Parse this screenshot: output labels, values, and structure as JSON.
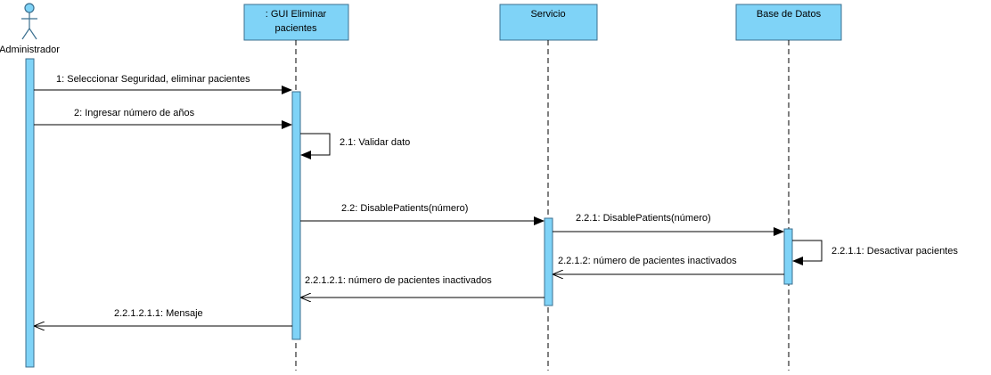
{
  "colors": {
    "fill": "#7fd3f7",
    "stroke": "#3b6f8f",
    "line": "#000000"
  },
  "actor": {
    "label": "Administrador",
    "icon": "stick-figure-actor-icon"
  },
  "lifelines": [
    {
      "id": "gui",
      "lines": [
        ": GUI Eliminar",
        "pacientes"
      ]
    },
    {
      "id": "servicio",
      "lines": [
        "Servicio"
      ]
    },
    {
      "id": "bd",
      "lines": [
        "Base de Datos"
      ]
    }
  ],
  "messages": [
    {
      "id": "m1",
      "label": "1: Seleccionar Seguridad, eliminar pacientes",
      "type": "sync"
    },
    {
      "id": "m2",
      "label": "2: Ingresar número de años",
      "type": "sync"
    },
    {
      "id": "m21",
      "label": "2.1: Validar dato",
      "type": "self"
    },
    {
      "id": "m22",
      "label": "2.2: DisablePatients(número)",
      "type": "sync"
    },
    {
      "id": "m221",
      "label": "2.2.1: DisablePatients(número)",
      "type": "sync"
    },
    {
      "id": "m2211",
      "label": "2.2.1.1: Desactivar pacientes",
      "type": "self"
    },
    {
      "id": "m2212",
      "label": "2.2.1.2: número de pacientes inactivados",
      "type": "reply"
    },
    {
      "id": "m22121",
      "label": "2.2.1.2.1: número de pacientes inactivados",
      "type": "reply"
    },
    {
      "id": "m221211",
      "label": "2.2.1.2.1.1: Mensaje",
      "type": "reply"
    }
  ]
}
